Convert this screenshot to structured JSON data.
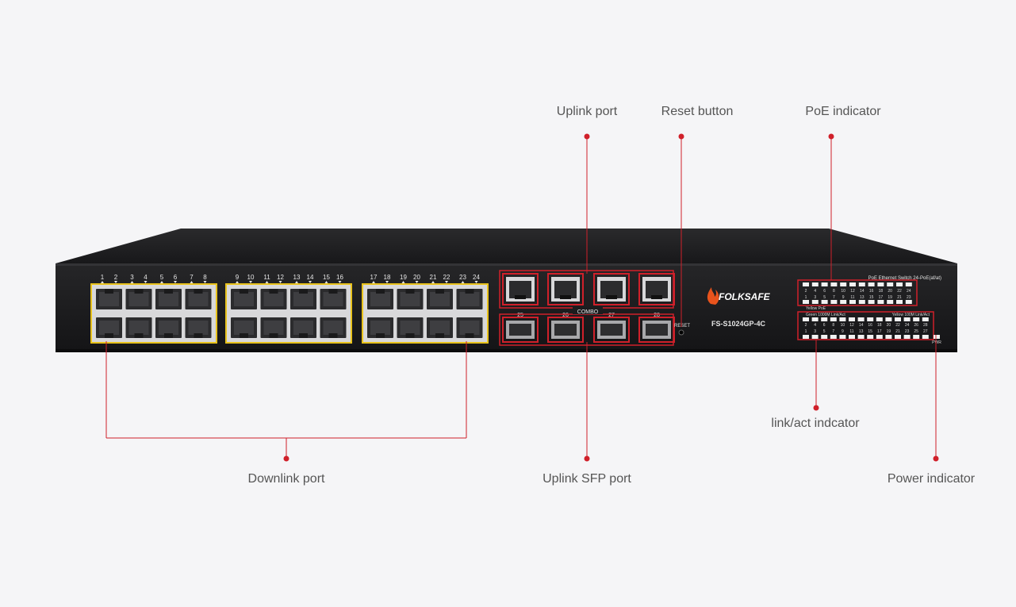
{
  "callouts": {
    "uplink_port": "Uplink port",
    "reset_button": "Reset button",
    "poe_indicator": "PoE indicator",
    "link_act_indicator": "link/act indcator",
    "power_indicator": "Power indicator",
    "downlink_port": "Downlink port",
    "uplink_sfp_port": "Uplink SFP port"
  },
  "device": {
    "brand": "FOLKSAFE",
    "model": "FS-S1024GP-4C",
    "combo_label": "COMBO",
    "reset_label": "RESET",
    "poe_panel_title": "PoE Ethernet Switch 24-PoE(af/at)",
    "poe_row_top": [
      "2",
      "4",
      "6",
      "8",
      "10",
      "12",
      "14",
      "16",
      "18",
      "20",
      "22",
      "24"
    ],
    "poe_row_bottom": [
      "1",
      "3",
      "5",
      "7",
      "9",
      "11",
      "13",
      "15",
      "17",
      "19",
      "21",
      "23"
    ],
    "poe_legend": "Yellow PoE",
    "link_legend_left": "Green 1000M Link/Act",
    "link_legend_right": "Yellow 100M Link/Act",
    "link_row_top": [
      "2",
      "4",
      "6",
      "8",
      "10",
      "12",
      "14",
      "16",
      "18",
      "20",
      "22",
      "24",
      "26",
      "28"
    ],
    "link_row_bottom": [
      "1",
      "3",
      "5",
      "7",
      "9",
      "11",
      "13",
      "15",
      "17",
      "19",
      "21",
      "23",
      "25",
      "27"
    ],
    "pwr_label": "PWR",
    "port_numbers": [
      "1",
      "2",
      "3",
      "4",
      "5",
      "6",
      "7",
      "8",
      "9",
      "10",
      "11",
      "12",
      "13",
      "14",
      "15",
      "16",
      "17",
      "18",
      "19",
      "20",
      "21",
      "22",
      "23",
      "24"
    ],
    "sfp_numbers": [
      "25",
      "26",
      "27",
      "28"
    ]
  },
  "colors": {
    "background": "#f5f5f7",
    "accent": "#d0202a",
    "device_body": "#1c1c1e",
    "port_highlight": "#e8c21c",
    "callout_text": "#555555"
  }
}
